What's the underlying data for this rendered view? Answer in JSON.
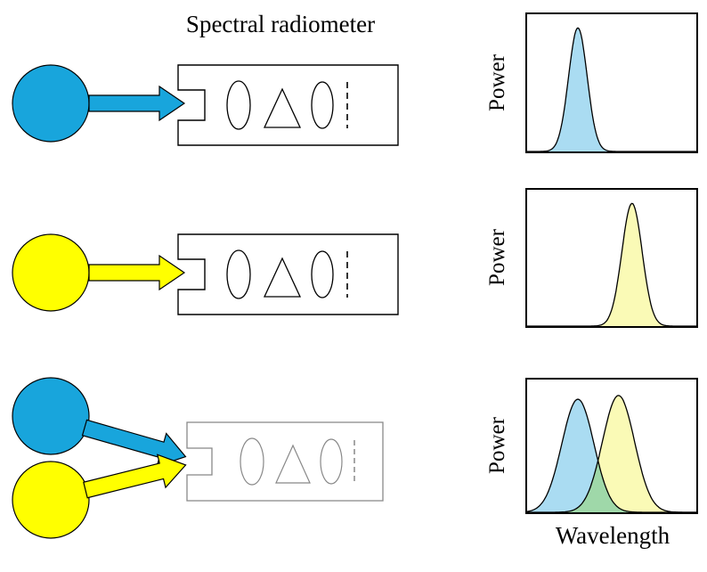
{
  "title": "Spectral radiometer",
  "colors": {
    "blue_source": "#18a5dc",
    "yellow_source": "#ffff00",
    "blue_spectrum_fill": "#aadcf2",
    "yellow_spectrum_fill": "#fafab6",
    "overlap_fill": "#9fd8a9",
    "outline": "#000000",
    "third_box_outline": "#888888"
  },
  "chart_data": [
    {
      "type": "area",
      "ylabel": "Power",
      "xlabel": "",
      "x_range": [
        0,
        1
      ],
      "y_range": [
        0,
        1
      ],
      "grid": false,
      "peaks": [
        {
          "name": "blue-source-spectrum",
          "center": 0.3,
          "sigma": 0.055,
          "height": 0.95,
          "fill": "#aadcf2"
        }
      ]
    },
    {
      "type": "area",
      "ylabel": "Power",
      "xlabel": "",
      "x_range": [
        0,
        1
      ],
      "y_range": [
        0,
        1
      ],
      "grid": false,
      "peaks": [
        {
          "name": "yellow-source-spectrum",
          "center": 0.62,
          "sigma": 0.06,
          "height": 0.95,
          "fill": "#fafab6"
        }
      ]
    },
    {
      "type": "area",
      "ylabel": "Power",
      "xlabel": "Wavelength",
      "x_range": [
        0,
        1
      ],
      "y_range": [
        0,
        1
      ],
      "grid": false,
      "peaks": [
        {
          "name": "blue-source-spectrum",
          "center": 0.3,
          "sigma": 0.095,
          "height": 0.9,
          "fill": "#aadcf2"
        },
        {
          "name": "yellow-source-spectrum",
          "center": 0.54,
          "sigma": 0.095,
          "height": 0.93,
          "fill": "#fafab6"
        }
      ],
      "overlap_fill": "#9fd8a9"
    }
  ]
}
